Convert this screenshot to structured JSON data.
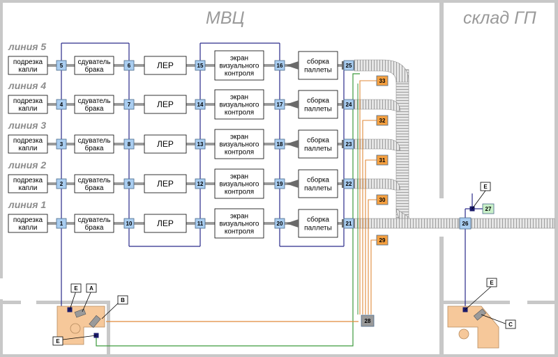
{
  "titles": {
    "main": "МВЦ",
    "warehouse": "склад ГП"
  },
  "lines": [
    {
      "label": "линия 5",
      "n1": "5",
      "n2": "6",
      "n3": "15",
      "n4": "16",
      "n5": "25"
    },
    {
      "label": "линия 4",
      "n1": "4",
      "n2": "7",
      "n3": "14",
      "n4": "17",
      "n5": "24"
    },
    {
      "label": "линия 3",
      "n1": "3",
      "n2": "8",
      "n3": "13",
      "n4": "18",
      "n5": "23"
    },
    {
      "label": "линия 2",
      "n1": "2",
      "n2": "9",
      "n3": "12",
      "n4": "19",
      "n5": "22"
    },
    {
      "label": "линия 1",
      "n1": "1",
      "n2": "10",
      "n3": "11",
      "n4": "20",
      "n5": "21"
    }
  ],
  "stations": {
    "cut": [
      "подрезка",
      "капли"
    ],
    "blower": [
      "сдуватель",
      "брака"
    ],
    "ler": "ЛЕР",
    "screen": [
      "экран",
      "визуального",
      "контроля"
    ],
    "pallet": [
      "сборка",
      "паллеты"
    ]
  },
  "orange_nodes": [
    "33",
    "32",
    "31",
    "30",
    "29"
  ],
  "hub_node": "28",
  "warehouse_nodes": {
    "main": "26",
    "aux": "27"
  },
  "tags": {
    "e": "E",
    "a": "A",
    "b": "B",
    "c": "C"
  },
  "colors": {
    "node_blue": "#a9cdf0",
    "node_orange": "#f5a040",
    "node_green": "#c8f0c8",
    "wire_blue": "#2a2a8a",
    "wire_green": "#3c9a3c",
    "wire_orange": "#e08a3a",
    "conveyor": "#9a9a9a",
    "wall": "#c8c8c8",
    "desk": "#f6c89a"
  }
}
